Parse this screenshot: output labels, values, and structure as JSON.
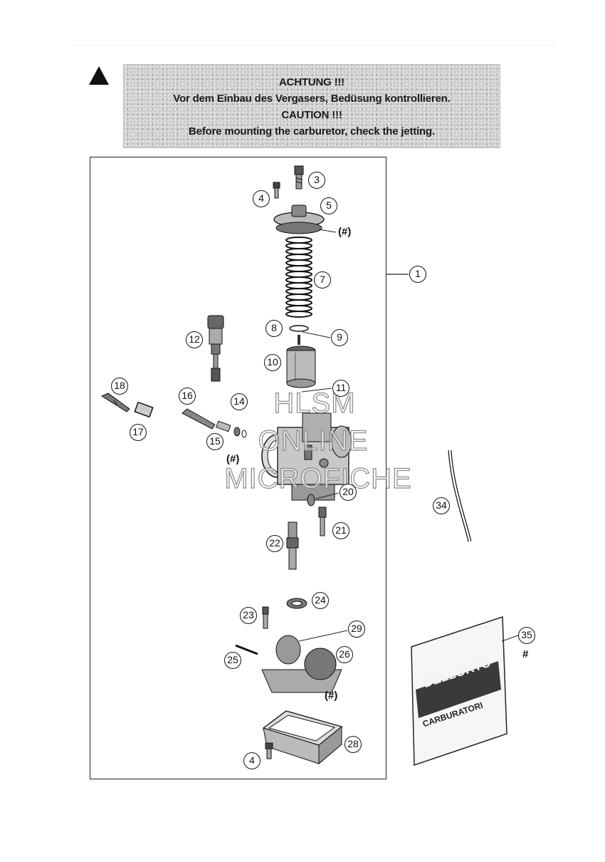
{
  "warning": {
    "line1": "ACHTUNG !!!",
    "line2": "Vor dem Einbau des Vergasers, Bedüsung kontrollieren.",
    "line3": "CAUTION !!!",
    "line4": "Before mounting the carburetor, check the jetting."
  },
  "callouts": {
    "c1": "1",
    "c3": "3",
    "c4a": "4",
    "c5": "5",
    "c7": "7",
    "c8": "8",
    "c9": "9",
    "c10": "10",
    "c11": "11",
    "c12": "12",
    "c14": "14",
    "c15": "15",
    "c16": "16",
    "c17": "17",
    "c18": "18",
    "c20": "20",
    "c21": "21",
    "c22": "22",
    "c23": "23",
    "c24": "24",
    "c25": "25",
    "c26": "26",
    "c28": "28",
    "c29": "29",
    "c34": "34",
    "c35": "35",
    "c4b": "4"
  },
  "tags": {
    "hash_top": "(#)",
    "hash_mid": "(#)",
    "hash_bottom": "(#)",
    "hash_bag": "#"
  },
  "watermark": {
    "line1": "HLSM",
    "line2": "ONLINE",
    "line3": "MICROFICHE"
  },
  "bag": {
    "brand": "DELLORTO",
    "label": "CARBURATORI"
  }
}
